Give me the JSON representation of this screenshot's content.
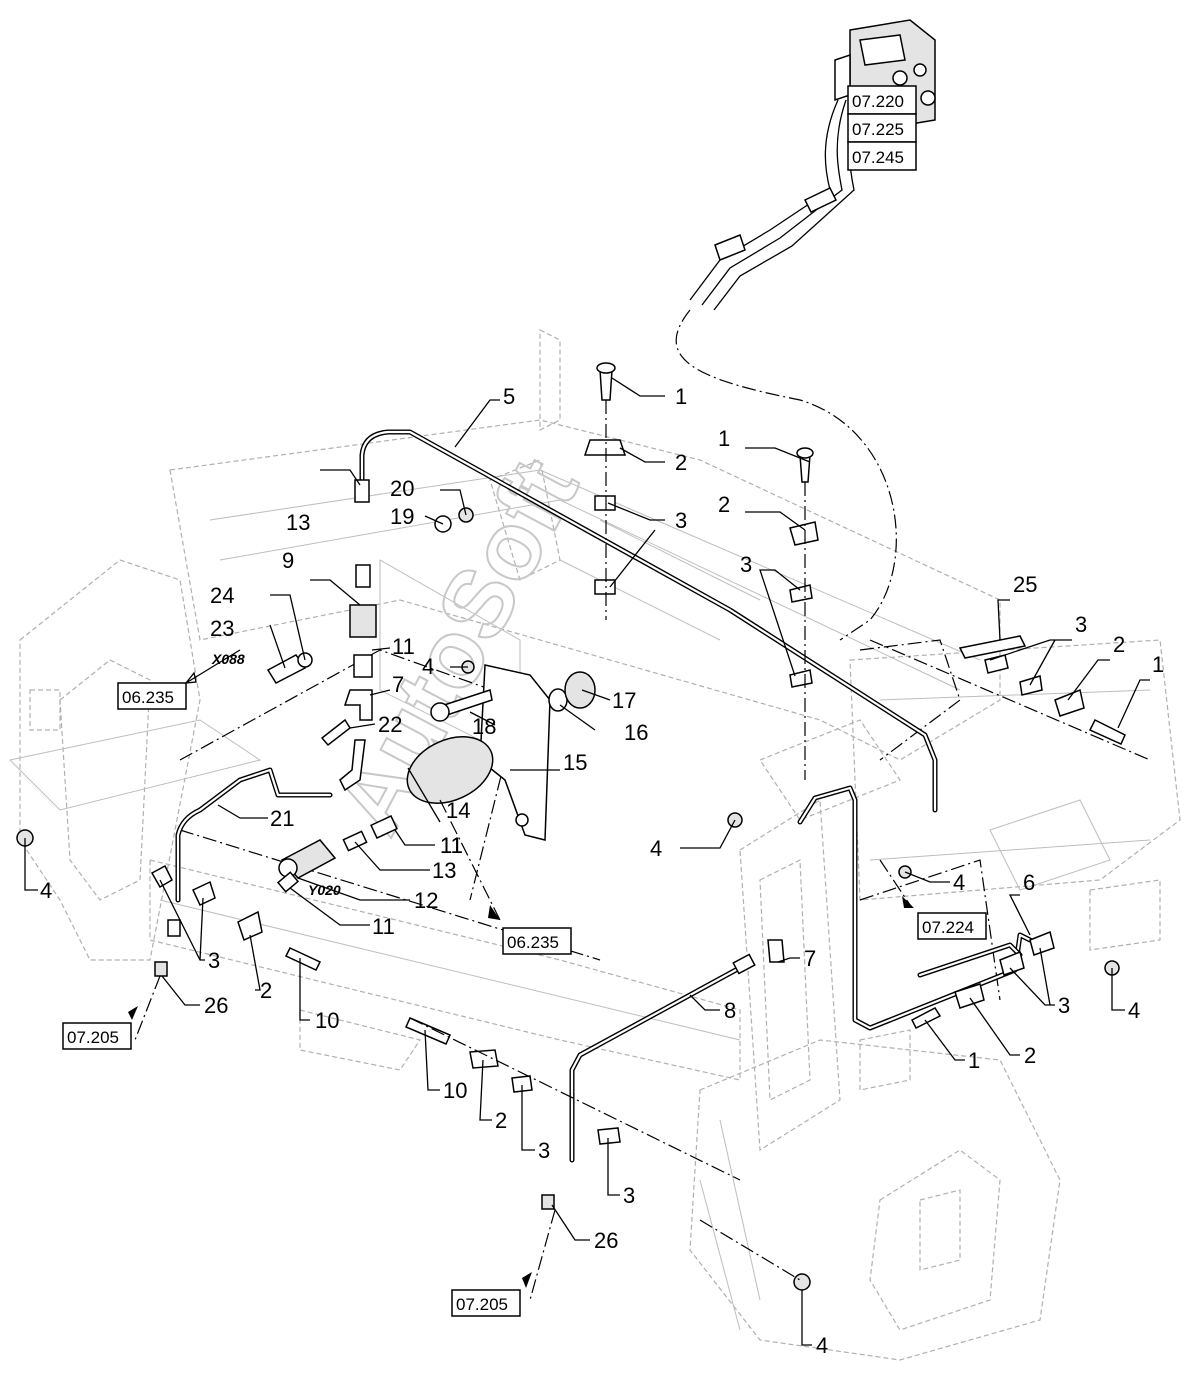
{
  "callouts": [
    {
      "label": "1"
    },
    {
      "label": "2"
    },
    {
      "label": "3"
    },
    {
      "label": "5"
    },
    {
      "label": "1"
    },
    {
      "label": "2"
    },
    {
      "label": "3"
    },
    {
      "label": "20"
    },
    {
      "label": "19"
    },
    {
      "label": "13"
    },
    {
      "label": "9"
    },
    {
      "label": "24"
    },
    {
      "label": "23"
    },
    {
      "label": "11"
    },
    {
      "label": "7"
    },
    {
      "label": "4"
    },
    {
      "label": "17"
    },
    {
      "label": "18"
    },
    {
      "label": "16"
    },
    {
      "label": "22"
    },
    {
      "label": "15"
    },
    {
      "label": "14"
    },
    {
      "label": "11"
    },
    {
      "label": "21"
    },
    {
      "label": "11"
    },
    {
      "label": "13"
    },
    {
      "label": "12"
    },
    {
      "label": "11"
    },
    {
      "label": "25"
    },
    {
      "label": "3"
    },
    {
      "label": "2"
    },
    {
      "label": "1"
    },
    {
      "label": "4"
    },
    {
      "label": "4"
    },
    {
      "label": "4"
    },
    {
      "label": "6"
    },
    {
      "label": "3"
    },
    {
      "label": "2"
    },
    {
      "label": "10"
    },
    {
      "label": "26"
    },
    {
      "label": "7"
    },
    {
      "label": "8"
    },
    {
      "label": "4"
    },
    {
      "label": "3"
    },
    {
      "label": "1"
    },
    {
      "label": "2"
    },
    {
      "label": "10"
    },
    {
      "label": "2"
    },
    {
      "label": "3"
    },
    {
      "label": "3"
    },
    {
      "label": "26"
    },
    {
      "label": "4"
    }
  ],
  "refs": [
    {
      "label": "07.220"
    },
    {
      "label": "07.225"
    },
    {
      "label": "07.245"
    },
    {
      "label": "06.235"
    },
    {
      "label": "06.235"
    },
    {
      "label": "07.224"
    },
    {
      "label": "07.205"
    },
    {
      "label": "07.205"
    }
  ],
  "connectors": [
    {
      "label": "X088"
    },
    {
      "label": "Y020"
    }
  ],
  "watermark": "AutoSoft"
}
